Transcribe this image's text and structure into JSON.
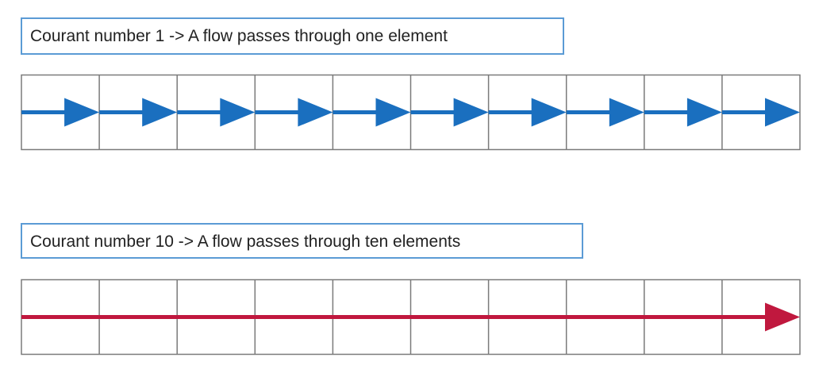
{
  "rows": [
    {
      "label": "Courant number 1 -> A flow passes through one element",
      "element_count": 10,
      "elements_per_arrow": 1,
      "arrow_color": "#1a6fbf"
    },
    {
      "label": "Courant number 10 -> A flow passes through ten elements",
      "element_count": 10,
      "elements_per_arrow": 10,
      "arrow_color": "#c0183e"
    }
  ],
  "colors": {
    "grid_line": "#7a7a7a",
    "label_border": "#5b9bd5"
  }
}
